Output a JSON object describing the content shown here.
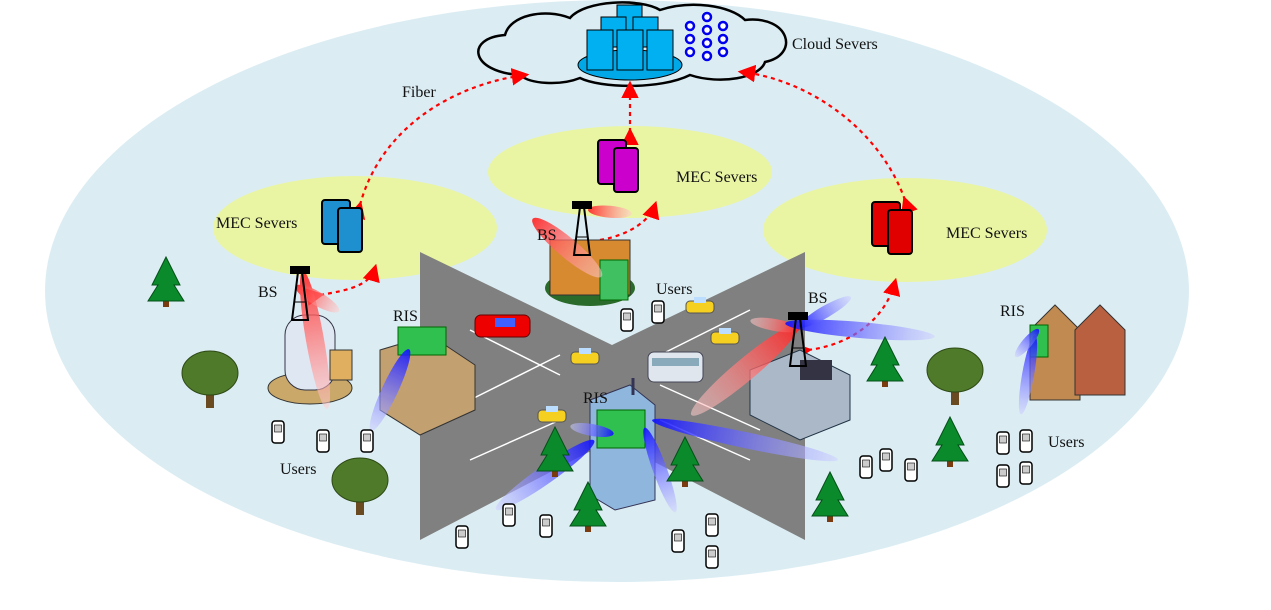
{
  "labels": {
    "cloud": "Cloud Severs",
    "fiber": "Fiber",
    "mec_left": "MEC Severs",
    "mec_middle": "MEC Severs",
    "mec_right": "MEC Severs",
    "bs_left": "BS",
    "bs_middle": "BS",
    "bs_right": "BS",
    "ris_left": "RIS",
    "ris_center": "RIS",
    "ris_right": "RIS",
    "users_left": "Users",
    "users_middle": "Users",
    "users_right": "Users"
  },
  "colors": {
    "coverage": "#dbedf3",
    "mec_zone": "#eaf5a3",
    "cloud_server": "#00b0f0",
    "mec_left": "#1e90d0",
    "mec_middle": "#cc00cc",
    "mec_right": "#e00000",
    "fiber": "#ff0000",
    "bs_beam": "#ff4040",
    "ris_beam": "#3030ff",
    "road": "#808080"
  }
}
